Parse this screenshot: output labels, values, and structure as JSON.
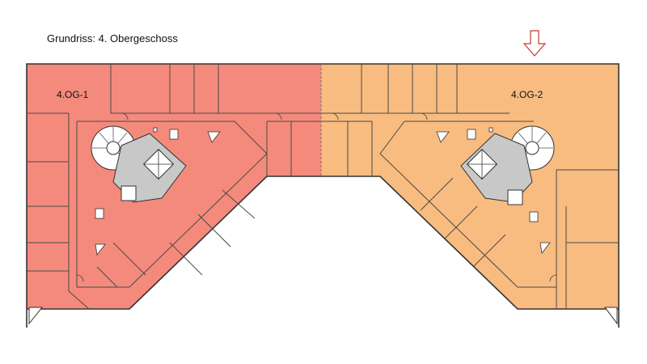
{
  "title": "Grundriss: 4. Obergeschoss",
  "zones": [
    {
      "label": "4.OG-1",
      "color": "#f48a7c"
    },
    {
      "label": "4.OG-2",
      "color": "#f8bc80"
    }
  ],
  "colors": {
    "stair_core": "#c8c8c8",
    "walls": "#4a4a4a",
    "arrow": "#c0392b"
  },
  "icons": [
    "entrance-arrow-icon",
    "spiral-staircase-icon",
    "elevator-icon"
  ]
}
